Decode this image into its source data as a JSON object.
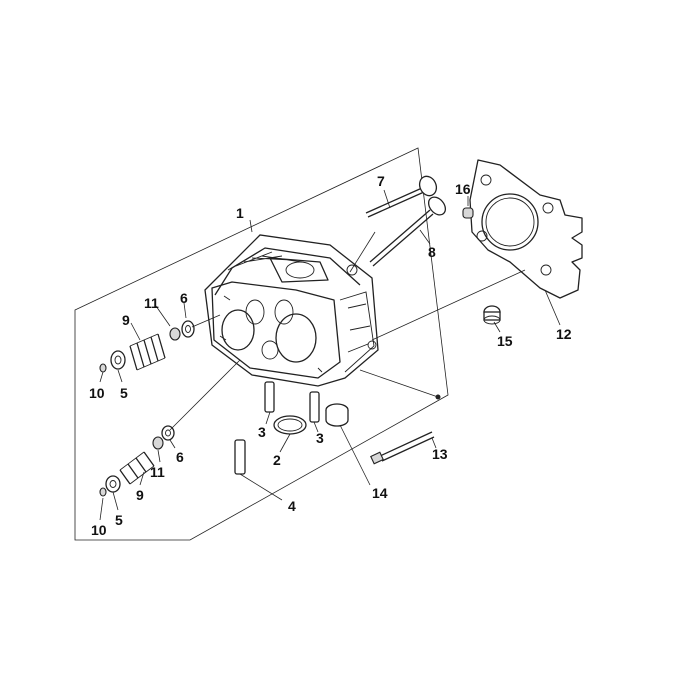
{
  "callouts": {
    "c1": "1",
    "c2": "2",
    "c3a": "3",
    "c3b": "3",
    "c4": "4",
    "c5a": "5",
    "c5b": "5",
    "c6a": "6",
    "c6b": "6",
    "c7": "7",
    "c8": "8",
    "c9a": "9",
    "c9b": "9",
    "c10a": "10",
    "c10b": "10",
    "c11a": "11",
    "c11b": "11",
    "c12": "12",
    "c13": "13",
    "c14": "14",
    "c15": "15",
    "c16": "16"
  },
  "colors": {
    "line": "#222222",
    "background": "#ffffff"
  }
}
